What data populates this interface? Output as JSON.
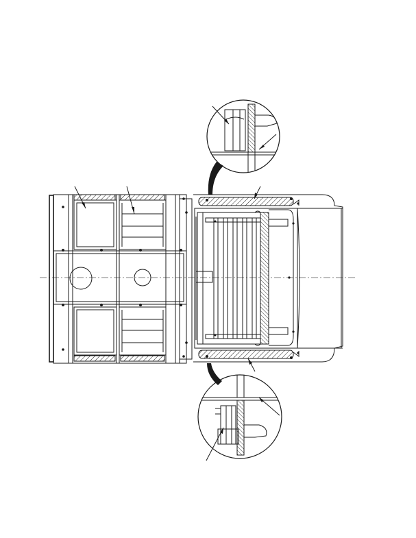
{
  "figure": {
    "background": "#ffffff",
    "line_color": "#1a1a1a",
    "callouts": [],
    "views": [
      "main-plan-view",
      "detail-top",
      "detail-bottom"
    ]
  }
}
